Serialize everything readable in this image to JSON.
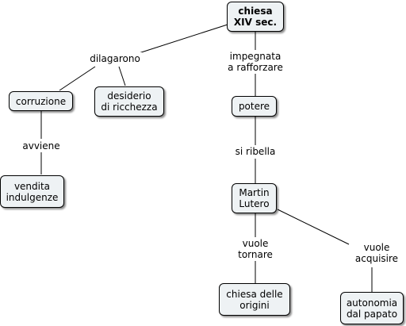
{
  "nodes": {
    "root": "chiesa\nXIV sec.",
    "corruzione": "corruzione",
    "desiderio": "desiderio\ndi ricchezza",
    "vendita": "vendita\nindulgenze",
    "potere": "potere",
    "martin": "Martin\nLutero",
    "chiesa_origini": "chiesa delle\norigini",
    "autonomia": "autonomia\ndal papato"
  },
  "links": {
    "dilagarono": "dilagarono",
    "impegnata": "impegnata\na rafforzare",
    "avviene": "avviene",
    "si_ribella": "si ribella",
    "vuole_tornare": "vuole\ntornare",
    "vuole_acquisire": "vuole\nacquisire"
  }
}
